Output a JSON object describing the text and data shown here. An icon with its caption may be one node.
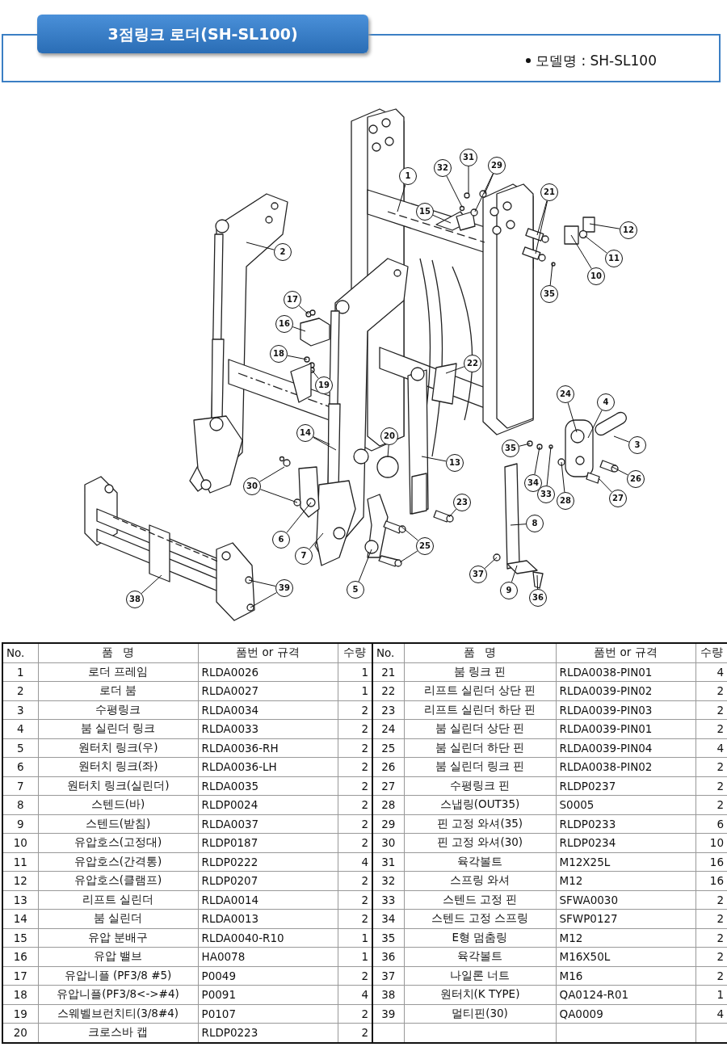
{
  "diagram": {
    "title": "3점링크 로더(SH-SL100)",
    "nodes": [
      {
        "text": [
          "31"
        ]
      },
      {
        "text": [
          "29"
        ]
      },
      {
        "text": [
          "1"
        ]
      },
      {
        "text": [
          "32"
        ]
      },
      {
        "text": [
          "15"
        ]
      },
      {
        "text": [
          "21"
        ]
      },
      {
        "text": [
          "12"
        ]
      },
      {
        "text": [
          "11"
        ]
      },
      {
        "text": [
          "2"
        ]
      },
      {
        "text": [
          "10"
        ]
      },
      {
        "text": [
          "35"
        ]
      },
      {
        "text": [
          "17"
        ]
      },
      {
        "text": [
          "16"
        ]
      },
      {
        "text": [
          "18"
        ]
      },
      {
        "text": [
          "22"
        ]
      },
      {
        "text": [
          "19"
        ]
      },
      {
        "text": [
          "24"
        ]
      },
      {
        "text": [
          "4"
        ]
      },
      {
        "text": [
          "20"
        ]
      },
      {
        "text": [
          "14"
        ]
      },
      {
        "text": [
          "3"
        ]
      },
      {
        "text": [
          "35"
        ]
      },
      {
        "text": [
          "13"
        ]
      },
      {
        "text": [
          "34"
        ]
      },
      {
        "text": [
          "26"
        ]
      },
      {
        "text": [
          "30"
        ]
      },
      {
        "text": [
          "33"
        ]
      },
      {
        "text": [
          "28"
        ]
      },
      {
        "text": [
          "27"
        ]
      },
      {
        "text": [
          "23"
        ]
      },
      {
        "text": [
          "8"
        ]
      },
      {
        "text": [
          "6"
        ]
      },
      {
        "text": [
          "25"
        ]
      },
      {
        "text": [
          "7"
        ]
      },
      {
        "text": [
          "37"
        ]
      },
      {
        "text": [
          "5"
        ]
      },
      {
        "text": [
          "39"
        ]
      },
      {
        "text": [
          "9"
        ]
      },
      {
        "text": [
          "36"
        ]
      },
      {
        "text": [
          "38"
        ]
      }
    ],
    "edges": [
      {
        "from": 0,
        "to": null,
        "arrow": "none"
      },
      {
        "from": 1,
        "to": null,
        "arrow": "none"
      },
      {
        "from": 1,
        "to": null,
        "arrow": "none"
      },
      {
        "from": 2,
        "to": null,
        "arrow": "none"
      },
      {
        "from": 3,
        "to": null,
        "arrow": "none"
      },
      {
        "from": 4,
        "to": null,
        "arrow": "none"
      },
      {
        "from": 5,
        "to": null,
        "arrow": "none"
      },
      {
        "from": 5,
        "to": null,
        "arrow": "none"
      },
      {
        "from": 6,
        "to": null,
        "arrow": "none"
      },
      {
        "from": 7,
        "to": null,
        "arrow": "none"
      },
      {
        "from": 8,
        "to": null,
        "arrow": "none"
      },
      {
        "from": 9,
        "to": null,
        "arrow": "none"
      },
      {
        "from": 10,
        "to": null,
        "arrow": "none"
      },
      {
        "from": 11,
        "to": null,
        "arrow": "none"
      },
      {
        "from": 12,
        "to": null,
        "arrow": "none"
      },
      {
        "from": 13,
        "to": null,
        "arrow": "none"
      },
      {
        "from": 14,
        "to": null,
        "arrow": "none"
      },
      {
        "from": 15,
        "to": null,
        "arrow": "none"
      },
      {
        "from": 16,
        "to": null,
        "arrow": "none"
      },
      {
        "from": 17,
        "to": null,
        "arrow": "none"
      },
      {
        "from": 18,
        "to": null,
        "arrow": "none"
      },
      {
        "from": 19,
        "to": null,
        "arrow": "none"
      },
      {
        "from": 19,
        "to": null,
        "arrow": "none"
      },
      {
        "from": 20,
        "to": null,
        "arrow": "none"
      },
      {
        "from": 21,
        "to": null,
        "arrow": "none"
      },
      {
        "from": 22,
        "to": null,
        "arrow": "none"
      },
      {
        "from": 23,
        "to": null,
        "arrow": "none"
      },
      {
        "from": 24,
        "to": null,
        "arrow": "none"
      },
      {
        "from": 25,
        "to": null,
        "arrow": "none"
      },
      {
        "from": 25,
        "to": null,
        "arrow": "none"
      },
      {
        "from": 26,
        "to": null,
        "arrow": "none"
      },
      {
        "from": 27,
        "to": null,
        "arrow": "none"
      },
      {
        "from": 28,
        "to": null,
        "arrow": "none"
      },
      {
        "from": 29,
        "to": null,
        "arrow": "none"
      },
      {
        "from": 30,
        "to": null,
        "arrow": "none"
      },
      {
        "from": 31,
        "to": null,
        "arrow": "none"
      },
      {
        "from": 32,
        "to": null,
        "arrow": "none"
      },
      {
        "from": 32,
        "to": null,
        "arrow": "none"
      },
      {
        "from": 33,
        "to": null,
        "arrow": "none"
      },
      {
        "from": 34,
        "to": null,
        "arrow": "none"
      },
      {
        "from": 35,
        "to": null,
        "arrow": "none"
      },
      {
        "from": 36,
        "to": null,
        "arrow": "none"
      },
      {
        "from": 36,
        "to": null,
        "arrow": "none"
      },
      {
        "from": 37,
        "to": null,
        "arrow": "none"
      },
      {
        "from": 38,
        "to": null,
        "arrow": "none"
      },
      {
        "from": 39,
        "to": null,
        "arrow": "none"
      }
    ],
    "labels": [
      "모델명 : SH-SL100",
      "No.",
      "품   명",
      "품번 or 규격",
      "수량",
      "No.",
      "품   명",
      "품번 or 규격",
      "수량",
      "1",
      "로더 프레임",
      "RLDA0026",
      "1",
      "21",
      "붐 링크 핀",
      "RLDA0038-PIN01",
      "4",
      "2",
      "로더 붐",
      "RLDA0027",
      "1",
      "22",
      "리프트 실린더 상단 핀",
      "RLDA0039-PIN02",
      "2",
      "3",
      "수평링크",
      "RLDA0034",
      "2",
      "23",
      "리프트 실린더 하단 핀",
      "RLDA0039-PIN03",
      "2",
      "4",
      "붐 실린더 링크",
      "RLDA0033",
      "2",
      "24",
      "붐 실린더 상단 핀",
      "RLDA0039-PIN01",
      "2",
      "5",
      "원터치 링크(우)",
      "RLDA0036-RH",
      "2",
      "25",
      "붐 실린더 하단 핀",
      "RLDA0039-PIN04",
      "4",
      "6",
      "원터치 링크(좌)",
      "RLDA0036-LH",
      "2",
      "26",
      "붐 실린더 링크 핀",
      "RLDA0038-PIN02",
      "2",
      "7",
      "원터치 링크(실린더)",
      "RLDA0035",
      "2",
      "27",
      "수평링크 핀",
      "RLDP0237",
      "2",
      "8",
      "스텐드(바)",
      "RLDP0024",
      "2",
      "28",
      "스냅링(OUT35)",
      "S0005",
      "2",
      "9",
      "스텐드(받침)",
      "RLDA0037",
      "2",
      "29",
      "핀 고정 와셔(35)",
      "RLDP0233",
      "6",
      "10",
      "유압호스(고정대)",
      "RLDP0187",
      "2",
      "30",
      "핀 고정 와셔(30)",
      "RLDP0234",
      "10",
      "11",
      "유압호스(간격통)",
      "RLDP0222",
      "4",
      "31",
      "육각볼트",
      "M12X25L",
      "16",
      "12",
      "유압호스(클램프)",
      "RLDP0207",
      "2",
      "32",
      "스프링 와셔",
      "M12",
      "16",
      "13",
      "리프트 실린더",
      "RLDA0014",
      "2",
      "33",
      "스텐드 고정 핀",
      "SFWA0030",
      "2",
      "14",
      "붐 실린더",
      "RLDA0013",
      "2",
      "34",
      "스텐드 고정 스프링",
      "SFWP0127",
      "2",
      "15",
      "유압 분배구",
      "RLDA0040-R10",
      "1",
      "35",
      "E형 멈춤링",
      "M12",
      "2",
      "16",
      "유압 밸브",
      "HA0078",
      "1",
      "36",
      "육각볼트",
      "M16X50L",
      "2",
      "17",
      "유압니플 (PF3/8 #5)",
      "P0049",
      "2",
      "37",
      "나일론 너트",
      "M16",
      "2",
      "18",
      "유압니플(PF3/8<->#4)",
      "P0091",
      "4",
      "38",
      "원터치(K TYPE)",
      "QA0124-R01",
      "1",
      "19",
      "스웨벨브런치티(3/8#4)",
      "P0107",
      "2",
      "39",
      "멀티핀(30)",
      "QA0009",
      "4",
      "20",
      "크로스바 캡",
      "RLDP0223",
      "2"
    ]
  }
}
